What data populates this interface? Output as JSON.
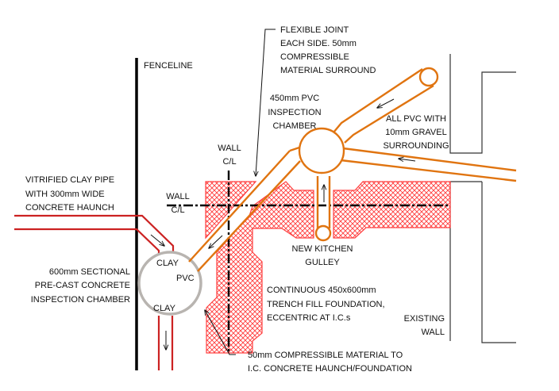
{
  "drawing": {
    "subject": "Drainage layout at fenceline with inspection chambers",
    "colors": {
      "pvc_pipe": "#e07410",
      "clay_pipe": "#cc2222",
      "foundation_hatch": "#ff4040",
      "precast_chamber": "#b8b4b0",
      "linework": "#111111"
    },
    "labels": {
      "fenceline": "FENCELINE",
      "flexible_joint": [
        "FLEXIBLE JOINT",
        "EACH SIDE.  50mm",
        "COMPRESSIBLE",
        "MATERIAL SURROUND"
      ],
      "pvc_chamber": [
        "450mm PVC",
        "INSPECTION",
        "CHAMBER"
      ],
      "all_pvc": [
        "ALL PVC WITH",
        "10mm GRAVEL",
        "SURROUNDING"
      ],
      "wall_cl_upper": [
        "WALL",
        "C/L"
      ],
      "wall_cl_left": [
        "WALL",
        "C/L"
      ],
      "clay_pipe": [
        "VITRIFIED CLAY PIPE",
        "WITH 300mm WIDE",
        "CONCRETE HAUNCH"
      ],
      "precast_chamber": [
        "600mm SECTIONAL",
        "PRE-CAST CONCRETE",
        "INSPECTION CHAMBER"
      ],
      "chamber_clay_top": "CLAY",
      "chamber_pvc": "PVC",
      "chamber_clay_bottom": "CLAY",
      "kitchen_gulley": [
        "NEW KITCHEN",
        "GULLEY"
      ],
      "trench_fill": [
        "CONTINUOUS 450x600mm",
        "TRENCH FILL FOUNDATION,",
        "ECCENTRIC AT I.C.s"
      ],
      "existing_wall": [
        "EXISTING",
        "WALL"
      ],
      "compressible": [
        "50mm COMPRESSIBLE MATERIAL TO",
        "I.C. CONCRETE HAUNCH/FOUNDATION"
      ]
    }
  }
}
